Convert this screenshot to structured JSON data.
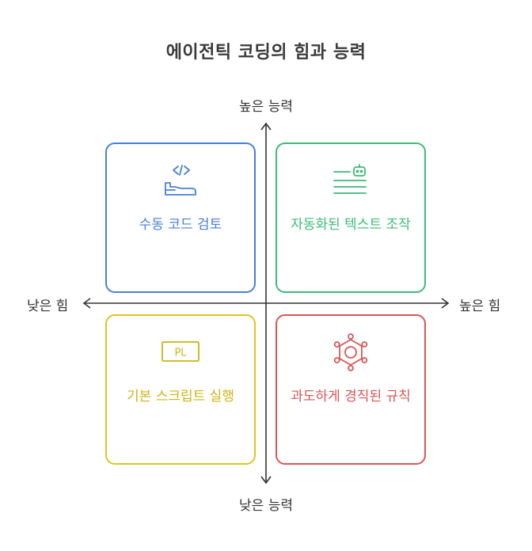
{
  "title": "에이전틱 코딩의 힘과 능력",
  "axes": {
    "top": "높은 능력",
    "bottom": "낮은 능력",
    "left": "낮은 힘",
    "right": "높은 힘"
  },
  "quadrants": {
    "top_left": {
      "label": "수동 코드 검토",
      "icon": "code-review-icon",
      "color": "#4a7fd8"
    },
    "top_right": {
      "label": "자동화된 텍스트 조작",
      "icon": "robot-text-icon",
      "color": "#3dbb78"
    },
    "bottom_left": {
      "label": "기본 스크립트 실행",
      "icon": "pl-script-icon",
      "icon_text": "PL",
      "color": "#dcc51f"
    },
    "bottom_right": {
      "label": "과도하게 경직된 규칙",
      "icon": "gear-network-icon",
      "color": "#d95555"
    }
  }
}
